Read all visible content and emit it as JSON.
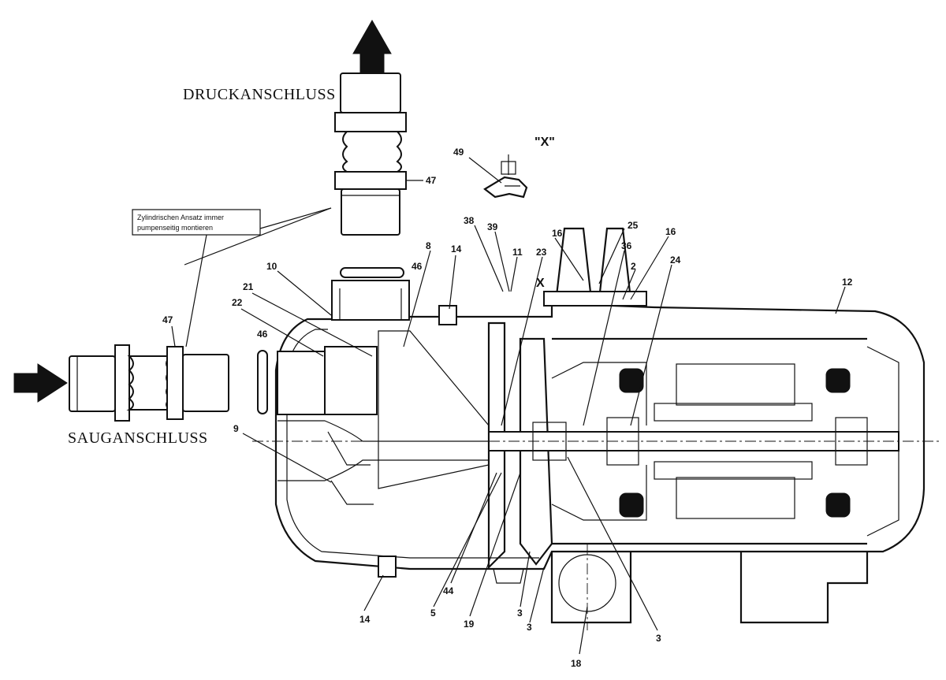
{
  "labels": {
    "druckanschluss": "DRUCKANSCHLUSS",
    "sauganschluss": "SAUGANSCHLUSS",
    "view_x": "\"X\"",
    "section_x": "X"
  },
  "note": {
    "line1": "Zylindrischen Ansatz immer",
    "line2": "pumpenseitig montieren"
  },
  "parts": {
    "p2": "2",
    "p3a": "3",
    "p3b": "3",
    "p3c": "3",
    "p5": "5",
    "p8": "8",
    "p9": "9",
    "p10": "10",
    "p11": "11",
    "p12": "12",
    "p14a": "14",
    "p14b": "14",
    "p16a": "16",
    "p16b": "16",
    "p18": "18",
    "p19": "19",
    "p21": "21",
    "p22": "22",
    "p23": "23",
    "p24": "24",
    "p25": "25",
    "p36": "36",
    "p38": "38",
    "p39": "39",
    "p44": "44",
    "p46a": "46",
    "p46b": "46",
    "p47a": "47",
    "p47b": "47",
    "p49": "49"
  }
}
